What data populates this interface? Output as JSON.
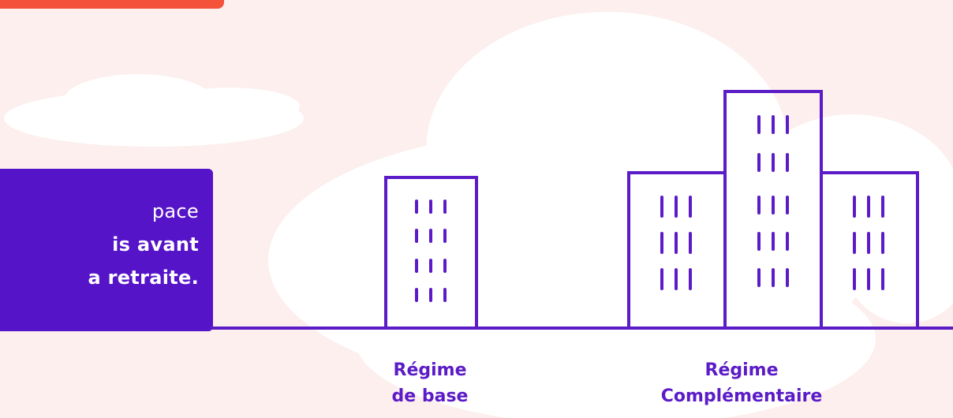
{
  "info_card": {
    "line1": "pace",
    "line2": "is avant",
    "line3": "a retraite."
  },
  "labels": {
    "base": [
      "Régime",
      "de base"
    ],
    "complementaire": [
      "Régime",
      "Complémentaire"
    ]
  },
  "colors": {
    "background": "#fcefed",
    "cloud": "#ffffff",
    "card": "#5614c9",
    "line": "#5b1bc7",
    "banner": "#f4523b"
  }
}
